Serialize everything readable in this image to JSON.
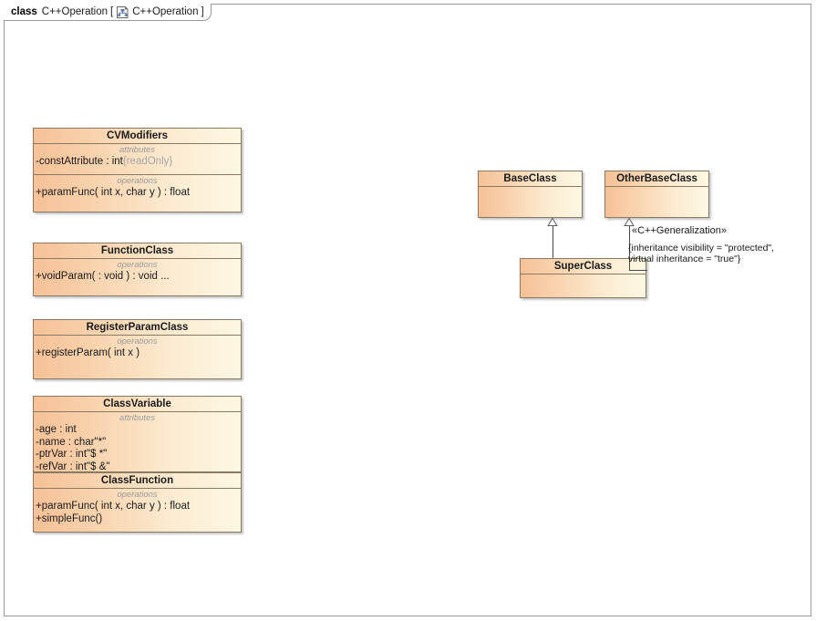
{
  "header": {
    "keyword": "class",
    "diagram_name": "C++Operation",
    "bracket_open": "[",
    "bracket_close": "]",
    "tab_label": "C++Operation",
    "icon": "class-diagram-icon"
  },
  "colors": {
    "class_fill_start": "#f6c197",
    "class_fill_end": "#fdf8e2",
    "class_border": "#8a7a63",
    "connector": "#4a4a4a",
    "compartment_label": "#9d9d9d",
    "dim_text": "#a8a8a8",
    "frame_border": "#9a9a9a"
  },
  "labels": {
    "attributes": "attributes",
    "operations": "operations"
  },
  "classes": [
    {
      "id": "cvmodifiers",
      "name": "CVModifiers",
      "compartments": [
        {
          "label": "attributes",
          "features": [
            {
              "text": "-constAttribute : int",
              "dim": "{readOnly}"
            }
          ]
        },
        {
          "label": "operations",
          "features": [
            {
              "text": "+paramFunc( int x, char y ) : float",
              "dim": ""
            }
          ]
        }
      ]
    },
    {
      "id": "functionclass",
      "name": "FunctionClass",
      "compartments": [
        {
          "label": "operations",
          "features": [
            {
              "text": "+voidParam(  : void ) : void ...",
              "dim": ""
            }
          ]
        }
      ]
    },
    {
      "id": "registerparamclass",
      "name": "RegisterParamClass",
      "compartments": [
        {
          "label": "operations",
          "features": [
            {
              "text": "+registerParam( int x )",
              "dim": ""
            }
          ]
        }
      ]
    },
    {
      "id": "classvariable",
      "name": "ClassVariable",
      "compartments": [
        {
          "label": "attributes",
          "features": [
            {
              "text": "-age : int",
              "dim": ""
            },
            {
              "text": "-name : char\"*\"",
              "dim": ""
            },
            {
              "text": "-ptrVar : int\"$ *\"",
              "dim": ""
            },
            {
              "text": "-refVar : int\"$ &\"",
              "dim": ""
            }
          ]
        }
      ]
    },
    {
      "id": "classfunction",
      "name": "ClassFunction",
      "compartments": [
        {
          "label": "operations",
          "features": [
            {
              "text": "+paramFunc( int x, char y ) : float",
              "dim": ""
            },
            {
              "text": "+simpleFunc()",
              "dim": ""
            }
          ]
        }
      ]
    },
    {
      "id": "baseclass",
      "name": "BaseClass",
      "compartments": []
    },
    {
      "id": "otherbaseclass",
      "name": "OtherBaseClass",
      "compartments": []
    },
    {
      "id": "superclass",
      "name": "SuperClass",
      "compartments": []
    }
  ],
  "annotations": {
    "stereotype": "«C++Generalization»",
    "constraint_line1": "{inheritance visibility = \"protected\",",
    "constraint_line2": "virtual inheritance = \"true\"}"
  }
}
